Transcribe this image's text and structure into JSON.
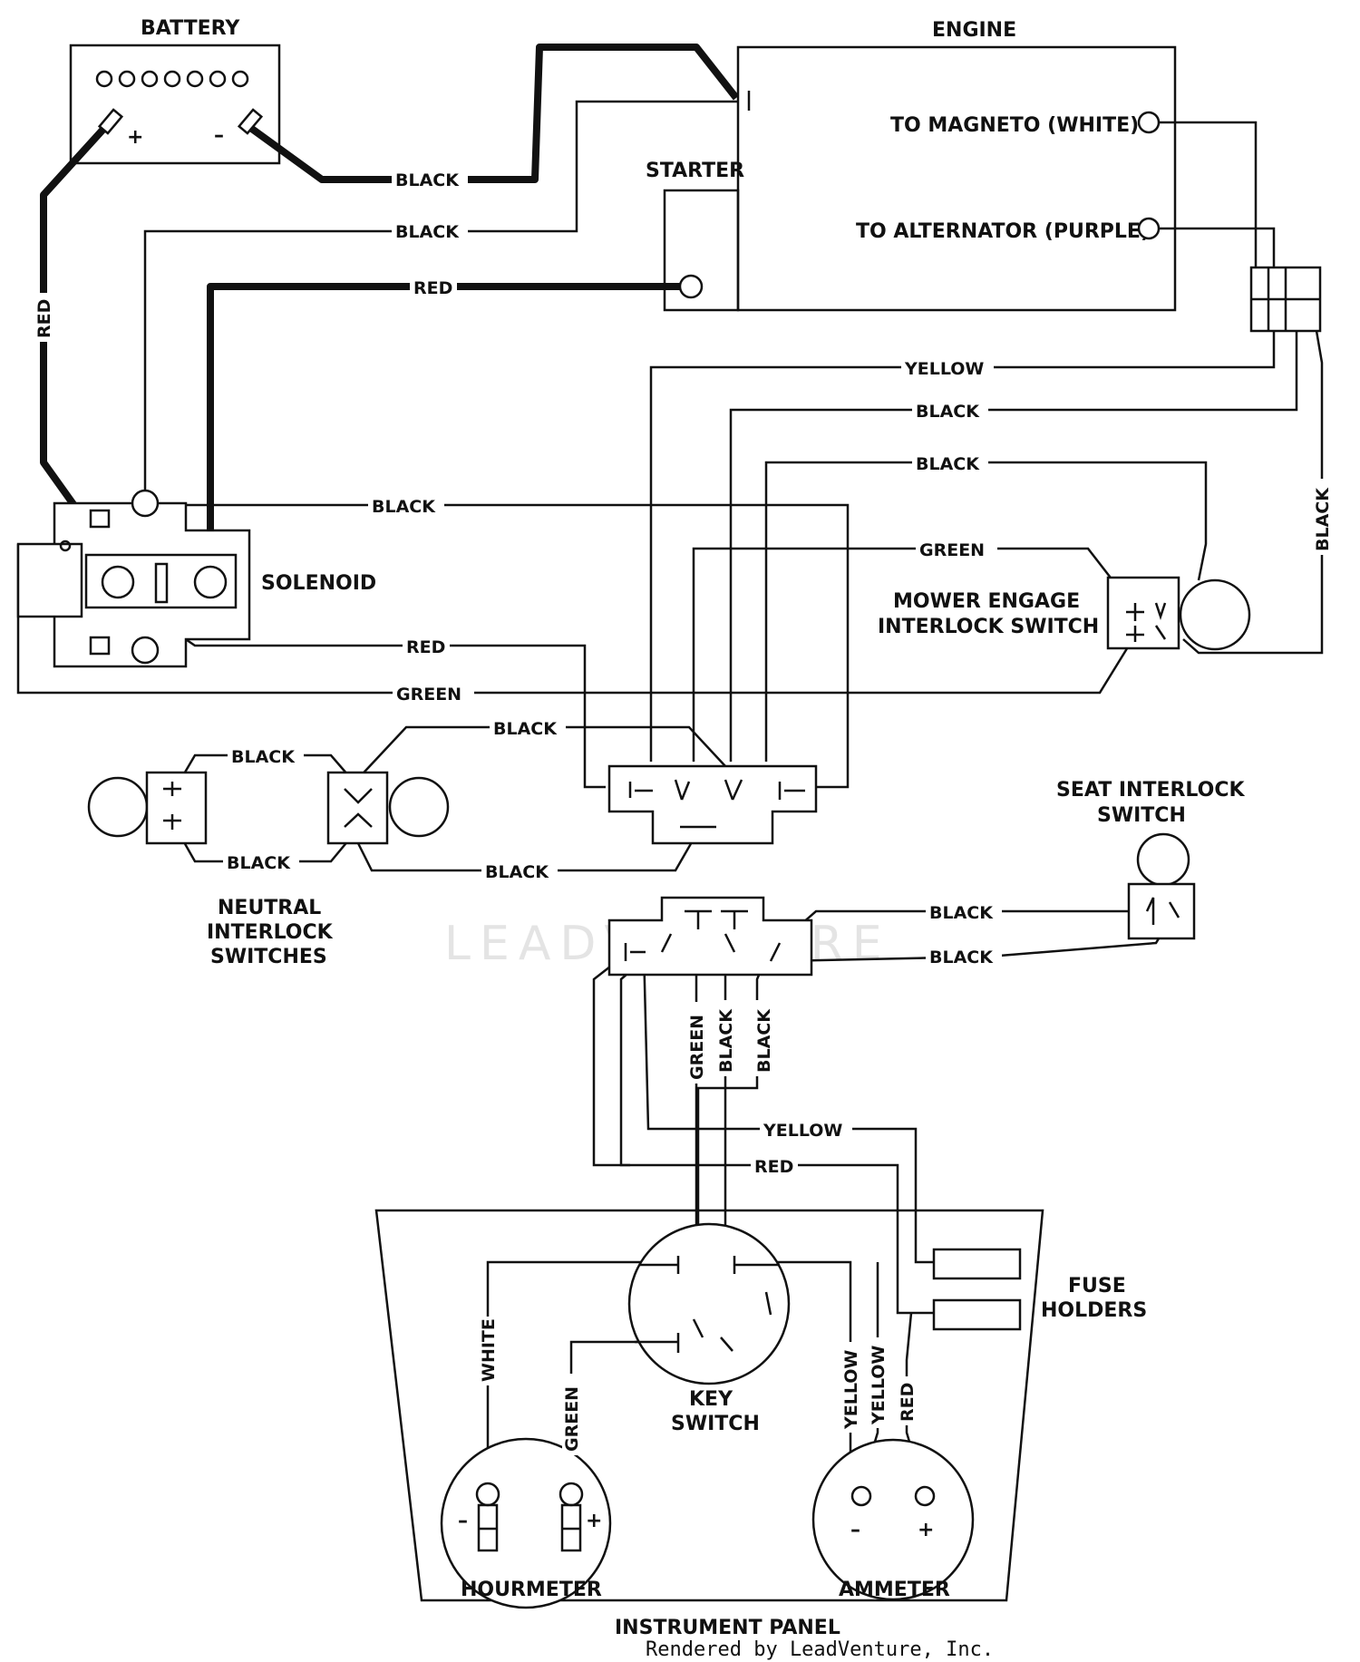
{
  "labels": {
    "battery": "BATTERY",
    "engine": "ENGINE",
    "starter": "STARTER",
    "to_magneto": "TO MAGNETO (WHITE)",
    "to_alternator": "TO ALTERNATOR (PURPLE)",
    "solenoid": "SOLENOID",
    "mower_engage_1": "MOWER ENGAGE",
    "mower_engage_2": "INTERLOCK SWITCH",
    "seat_interlock_1": "SEAT INTERLOCK",
    "seat_interlock_2": "SWITCH",
    "neutral_1": "NEUTRAL",
    "neutral_2": "INTERLOCK",
    "neutral_3": "SWITCHES",
    "fuse_1": "FUSE",
    "fuse_2": "HOLDERS",
    "key_1": "KEY",
    "key_2": "SWITCH",
    "hourmeter": "HOURMETER",
    "ammeter": "AMMETER",
    "instrument_panel": "INSTRUMENT PANEL",
    "plus": "+",
    "minus": "–"
  },
  "wires": {
    "red": "RED",
    "black": "BLACK",
    "yellow": "YELLOW",
    "green": "GREEN",
    "white": "WHITE"
  },
  "watermark": "LEADVENTURE",
  "footer": "Rendered by LeadVenture, Inc."
}
